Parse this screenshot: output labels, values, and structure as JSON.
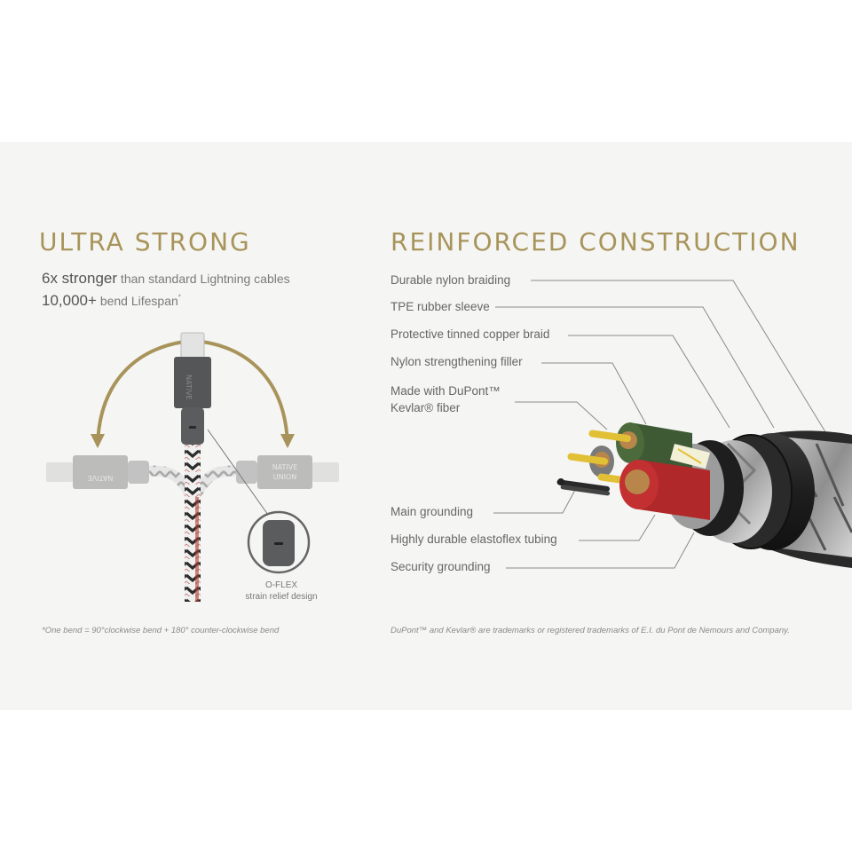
{
  "left": {
    "heading": "ULTRA STRONG",
    "stat1_value": "6x stronger",
    "stat1_text": " than standard Lightning cables",
    "stat2_value": "10,000+",
    "stat2_text": " bend Lifespan",
    "stat2_mark": "*",
    "connector_brand": "NATIVE UNION",
    "oflex_title": "O-FLEX",
    "oflex_subtitle": "strain relief design",
    "footnote": "*One bend = 90°clockwise bend + 180° counter-clockwise bend"
  },
  "right": {
    "heading": "REINFORCED CONSTRUCTION",
    "labels": [
      "Durable nylon braiding",
      "TPE rubber sleeve",
      "Protective tinned copper braid",
      "Nylon strengthening filler",
      "Made with DuPont™",
      "Kevlar® fiber",
      "Main grounding",
      "Highly durable elastoflex tubing",
      "Security grounding"
    ],
    "footnote": "DuPont™ and Kevlar® are trademarks or registered trademarks of E.I. du Pont de Nemours and Company."
  },
  "colors": {
    "accent": "#a8945a",
    "panel": "#f5f5f4",
    "text": "#666666"
  }
}
